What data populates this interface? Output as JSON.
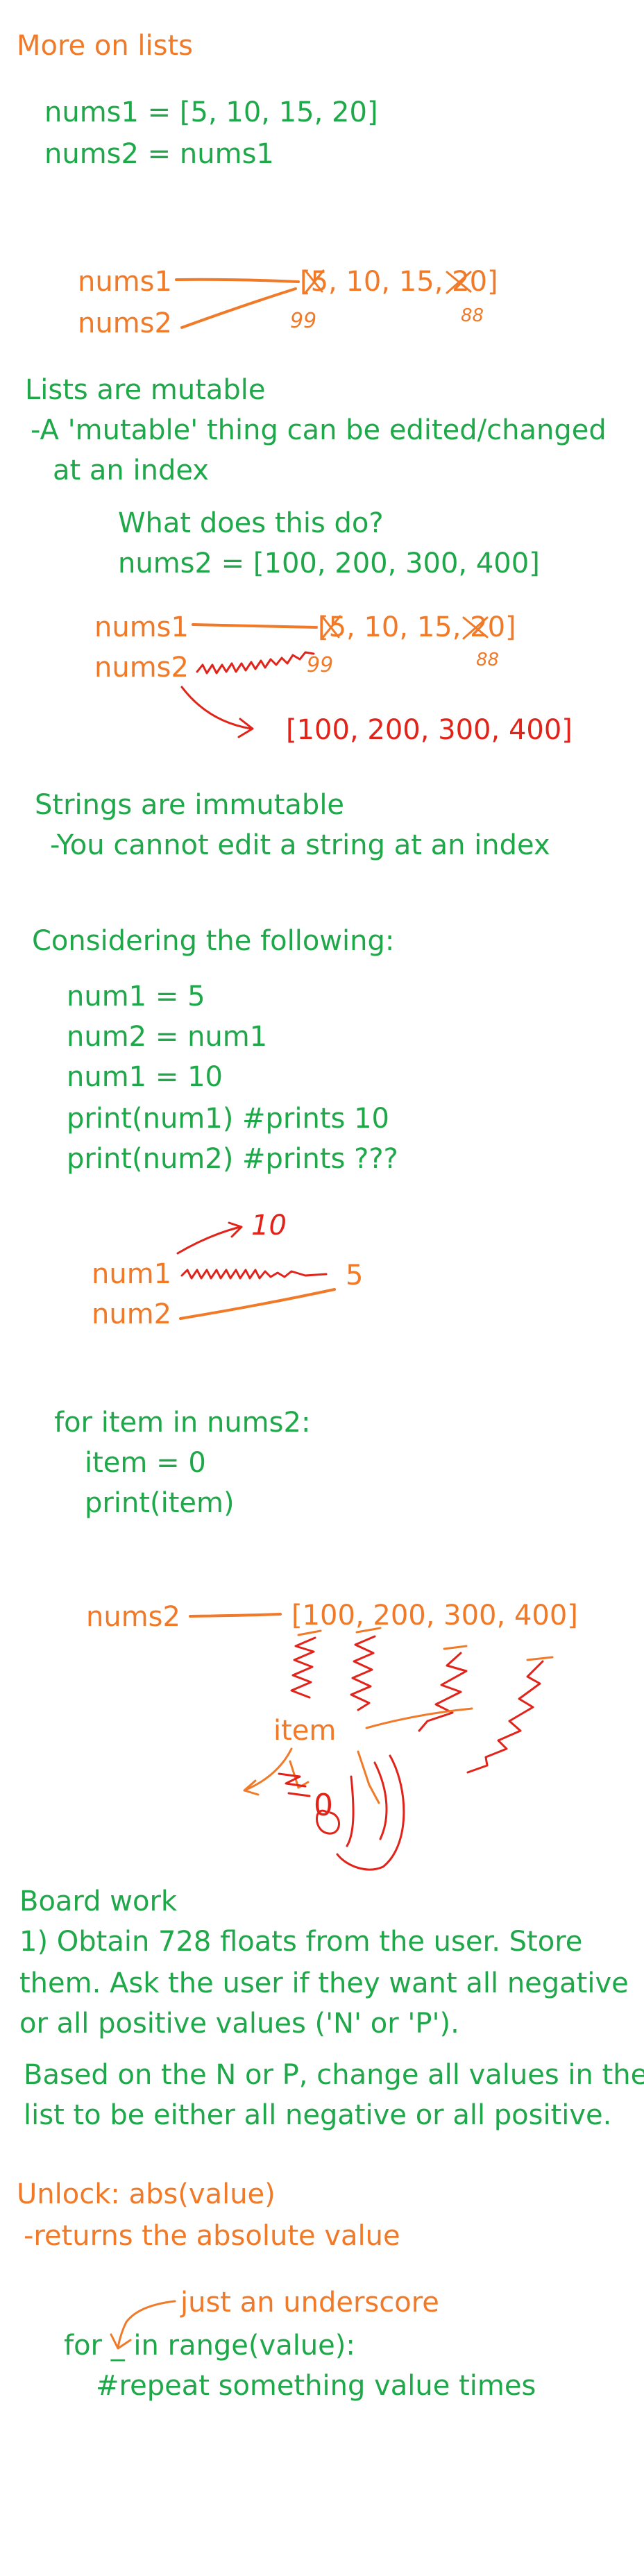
{
  "colors": {
    "orange": "#f07a28",
    "green": "#1fa84a",
    "red": "#e2231a"
  },
  "heading": "More on lists",
  "code1": [
    "nums1 = [5, 10, 15, 20]",
    "nums2 = nums1"
  ],
  "diagram1": {
    "var1": "nums1",
    "var2": "nums2",
    "list_text": "[5, 10, 15, 20]",
    "note_a": "99",
    "note_b": "88"
  },
  "mutable": {
    "title": "Lists are mutable",
    "line1": "-A 'mutable' thing can be edited/changed",
    "line2": "at an index",
    "question": "What does this do?",
    "code": "nums2 = [100, 200, 300, 400]"
  },
  "diagram2": {
    "var1": "nums1",
    "var2": "nums2",
    "list_text": "[5, 10, 15, 20]",
    "note_a": "99",
    "note_b": "88",
    "new_list": "[100, 200, 300, 400]"
  },
  "strings": {
    "title": "Strings are immutable",
    "line": "-You cannot edit a string at an index"
  },
  "considering": {
    "title": "Considering the following:",
    "code": [
      "num1 = 5",
      "num2 = num1",
      "num1 = 10",
      "print(num1) #prints 10",
      "print(num2) #prints ???"
    ]
  },
  "diagram3": {
    "var1": "num1",
    "var2": "num2",
    "value": "5",
    "new_value": "10"
  },
  "loop": {
    "code": [
      "for item in nums2:",
      "item = 0",
      "print(item)"
    ]
  },
  "diagram4": {
    "var": "nums2",
    "list_text": "[100, 200, 300, 400]",
    "item_label": "item",
    "zero": "0"
  },
  "board": {
    "title": "Board work",
    "lines": [
      "1) Obtain 728 floats from the user. Store",
      "them. Ask the user if they want all negative",
      "or all positive values ('N' or 'P')."
    ],
    "lines2": [
      "Based on the N or P, change all values in the",
      "list to be either all negative or all positive."
    ]
  },
  "unlock": {
    "title": "Unlock: abs(value)",
    "line": "-returns the absolute value",
    "underscore_note": "just an underscore",
    "code1": "for _ in range(value):",
    "code2": "#repeat something value times"
  }
}
